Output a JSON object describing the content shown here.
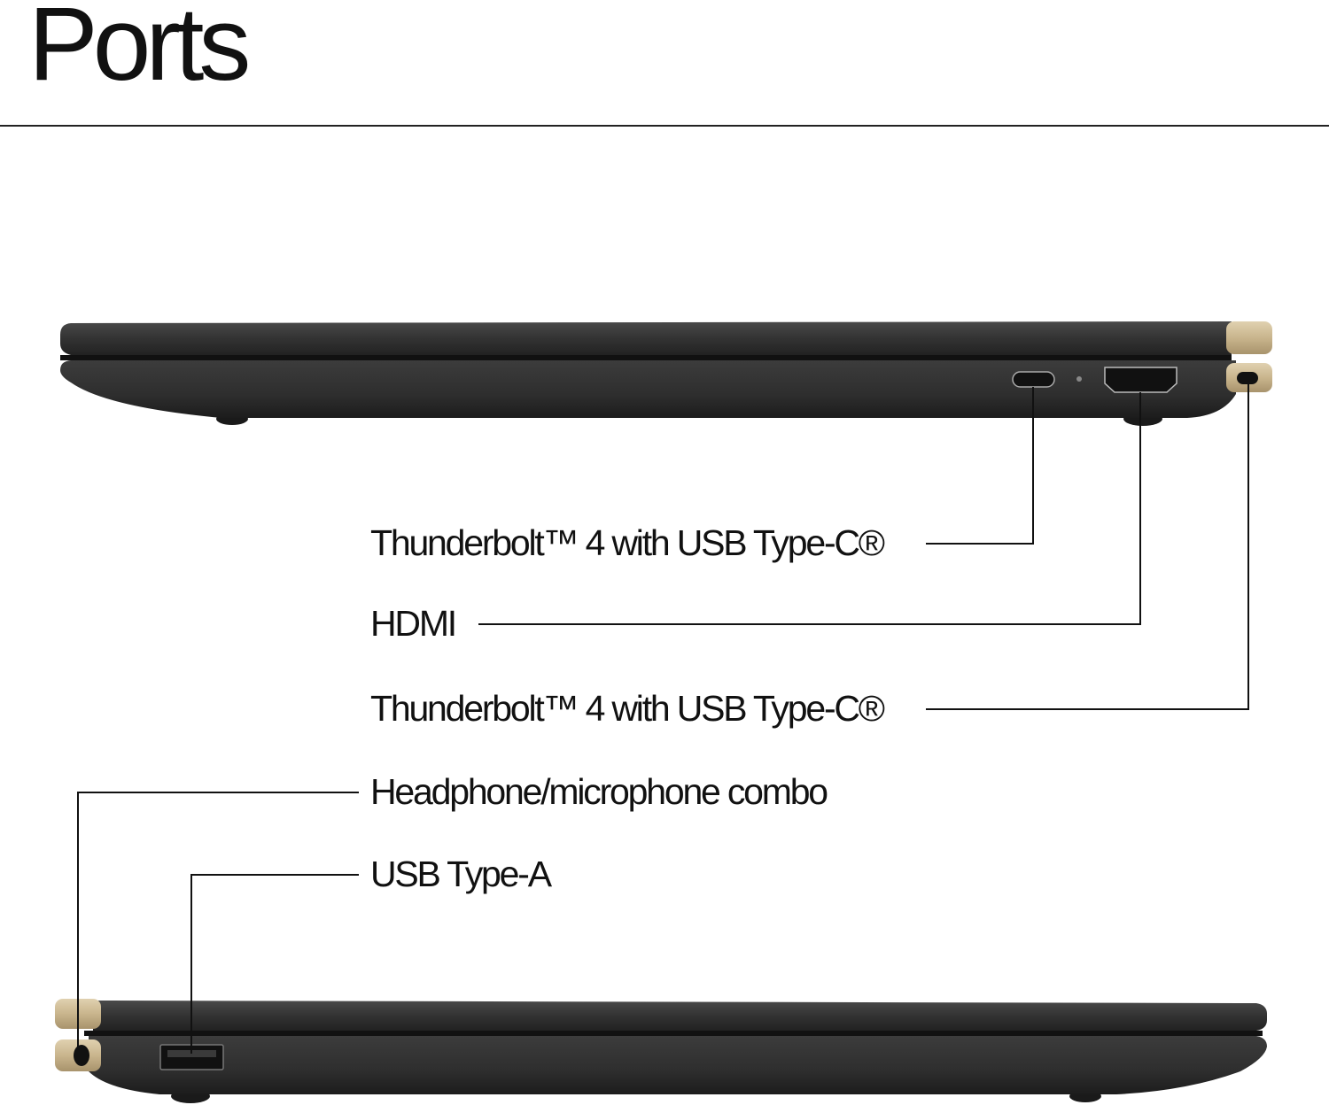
{
  "header": {
    "title": "Ports"
  },
  "callouts": [
    {
      "label": "Thunderbolt™ 4 with USB Type-C®"
    },
    {
      "label": "HDMI"
    },
    {
      "label": "Thunderbolt™ 4 with USB Type-C®"
    },
    {
      "label": "Headphone/microphone combo"
    },
    {
      "label": "USB Type-A"
    }
  ],
  "colors": {
    "body": "#2b2b2b",
    "hinge": "#cdb992",
    "line": "#111111"
  }
}
